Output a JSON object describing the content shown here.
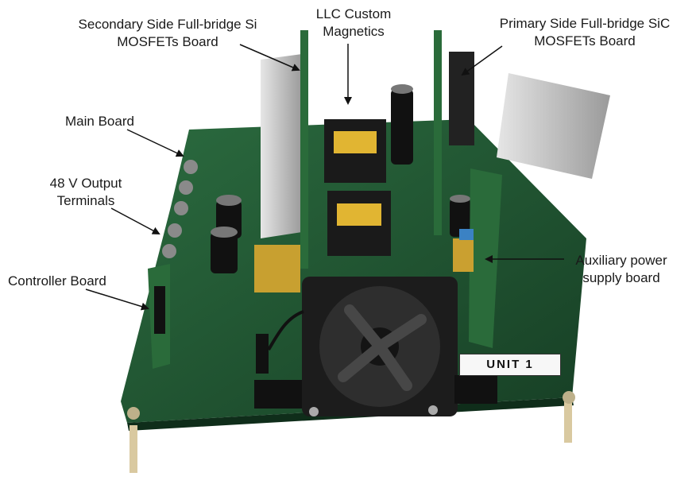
{
  "labels": {
    "secondary_board": [
      "Secondary Side Full-bridge Si",
      "MOSFETs Board"
    ],
    "llc_magnetics": [
      "LLC Custom",
      "Magnetics"
    ],
    "primary_board": [
      "Primary Side Full-bridge SiC",
      "MOSFETs Board"
    ],
    "main_board": "Main Board",
    "output_terminals": [
      "48 V Output",
      "Terminals"
    ],
    "controller_board": "Controller Board",
    "aux_supply": [
      "Auxiliary power",
      "supply board"
    ]
  },
  "unit_tag": "UNIT 1",
  "colors": {
    "pcb_green": "#1f5a33",
    "heatsink": "#c9c9c9",
    "fan": "#1c1c1c",
    "label_text": "#1a1a1a"
  }
}
